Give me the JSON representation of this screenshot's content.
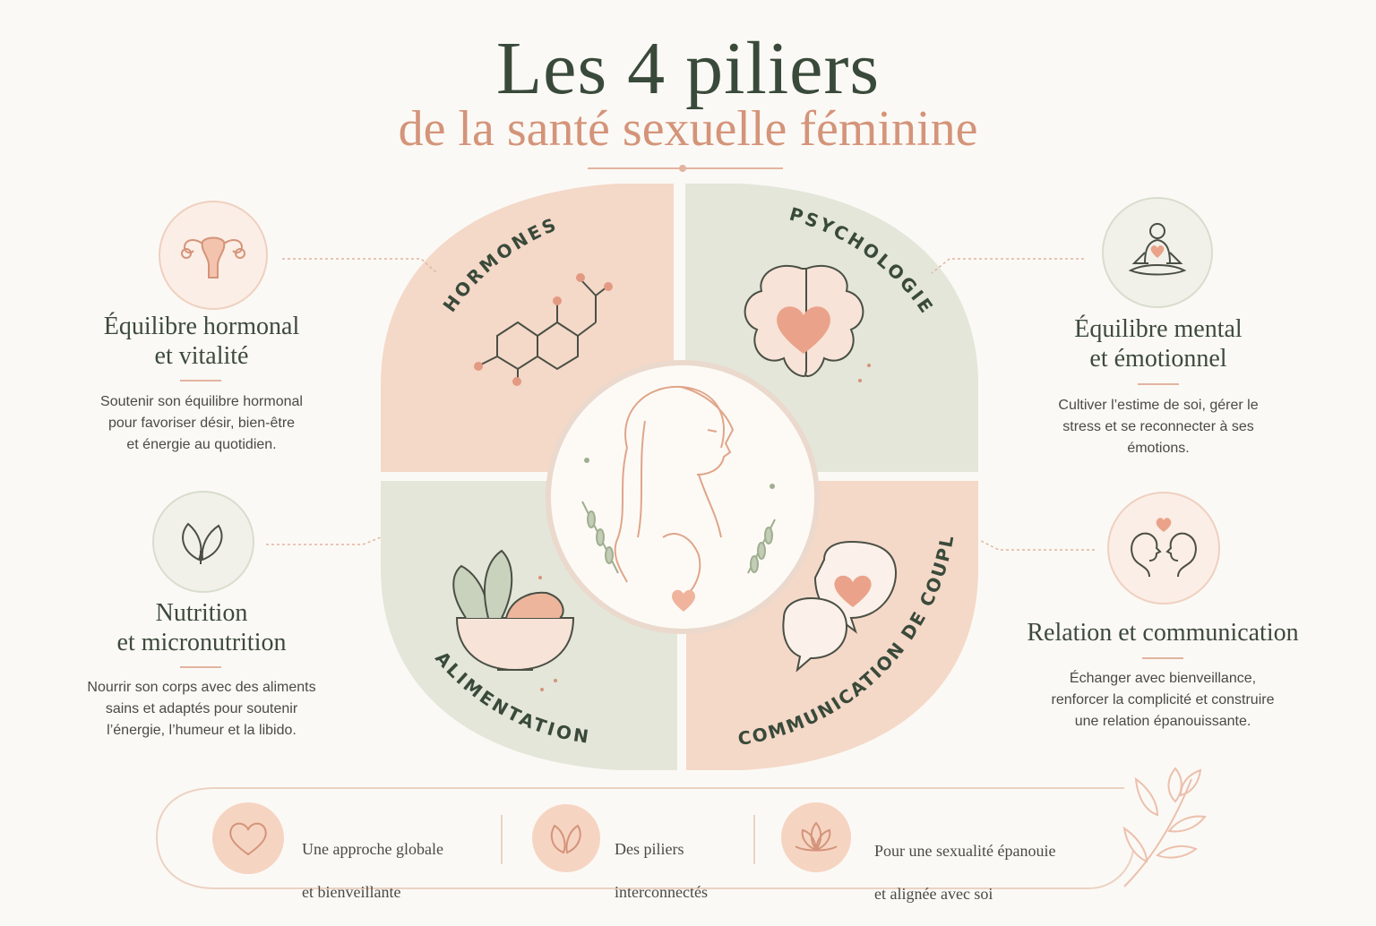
{
  "header": {
    "title": "Les 4 piliers",
    "subtitle": "de la santé sexuelle féminine"
  },
  "pillars": {
    "hormones": "HORMONES",
    "psychologie": "PSYCHOLOGIE",
    "alimentation": "ALIMENTATION",
    "communication": "COMMUNICATION DE COUPLE"
  },
  "left": [
    {
      "icon": "uterus-icon",
      "title_line1": "Équilibre hormonal",
      "title_line2": "et vitalité",
      "desc_line1": "Soutenir son équilibre hormonal",
      "desc_line2": "pour favoriser désir, bien-être",
      "desc_line3": "et énergie au quotidien."
    },
    {
      "icon": "leaf-icon",
      "title_line1": "Nutrition",
      "title_line2": "et micronutrition",
      "desc_line1": "Nourrir son corps avec des aliments",
      "desc_line2": "sains et adaptés pour soutenir",
      "desc_line3": "l’énergie, l’humeur et la libido."
    }
  ],
  "right": [
    {
      "icon": "meditation-icon",
      "title_line1": "Équilibre mental",
      "title_line2": "et émotionnel",
      "desc_line1": "Cultiver l’estime de soi, gérer le",
      "desc_line2": "stress et se reconnecter à ses",
      "desc_line3": "émotions."
    },
    {
      "icon": "couple-icon",
      "title_line1": "Relation et communication",
      "desc_line1": "Échanger avec bienveillance,",
      "desc_line2": "renforcer la complicité et construire",
      "desc_line3": "une relation épanouissante."
    }
  ],
  "footer": [
    {
      "icon": "heart-icon",
      "line1": "Une approche globale",
      "line2": "et bienveillante"
    },
    {
      "icon": "leaves-icon",
      "line1": "Des piliers",
      "line2": "interconnectés"
    },
    {
      "icon": "lotus-icon",
      "line1": "Pour une sexualité épanouie",
      "line2": "et alignée avec soi"
    }
  ],
  "colors": {
    "peach": "#f4d7c6",
    "sage": "#e3e6d9",
    "accent": "#d4947a",
    "dark_green": "#394a3a"
  }
}
